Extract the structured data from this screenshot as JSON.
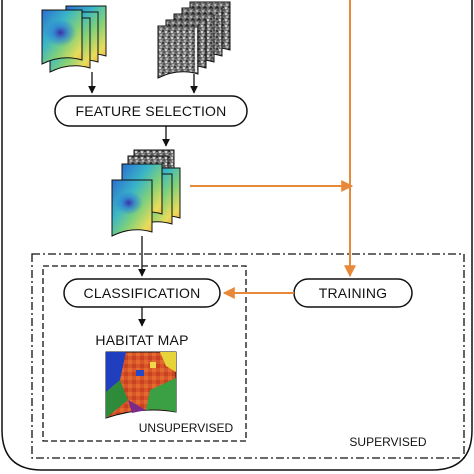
{
  "nodes": {
    "feature_selection": "FEATURE SELECTION",
    "classification": "CLASSIFICATION",
    "training": "TRAINING",
    "habitat_map": "HABITAT MAP"
  },
  "groups": {
    "unsupervised": "UNSUPERVISED",
    "supervised": "SUPERVISED"
  },
  "colors": {
    "flow_arrow": "#111111",
    "training_arrow": "#e8893a",
    "outline": "#111111"
  }
}
